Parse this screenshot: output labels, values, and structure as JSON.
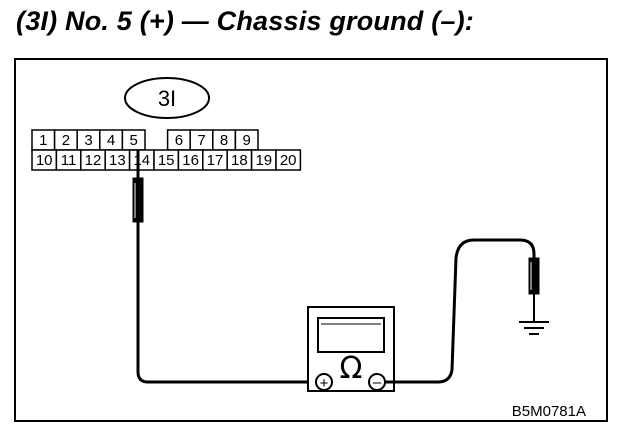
{
  "title": "(3I) No. 5 (+) — Chassis ground (–):",
  "connector": {
    "id": "3I",
    "row1": [
      "1",
      "2",
      "3",
      "4",
      "5",
      "",
      "6",
      "7",
      "8",
      "9"
    ],
    "row2": [
      "10",
      "11",
      "12",
      "13",
      "14",
      "15",
      "16",
      "17",
      "18",
      "19",
      "20"
    ]
  },
  "meter": {
    "symbol": "Ω",
    "positive_symbol": "+",
    "negative_symbol": "–"
  },
  "figure_code": "B5M0781A"
}
